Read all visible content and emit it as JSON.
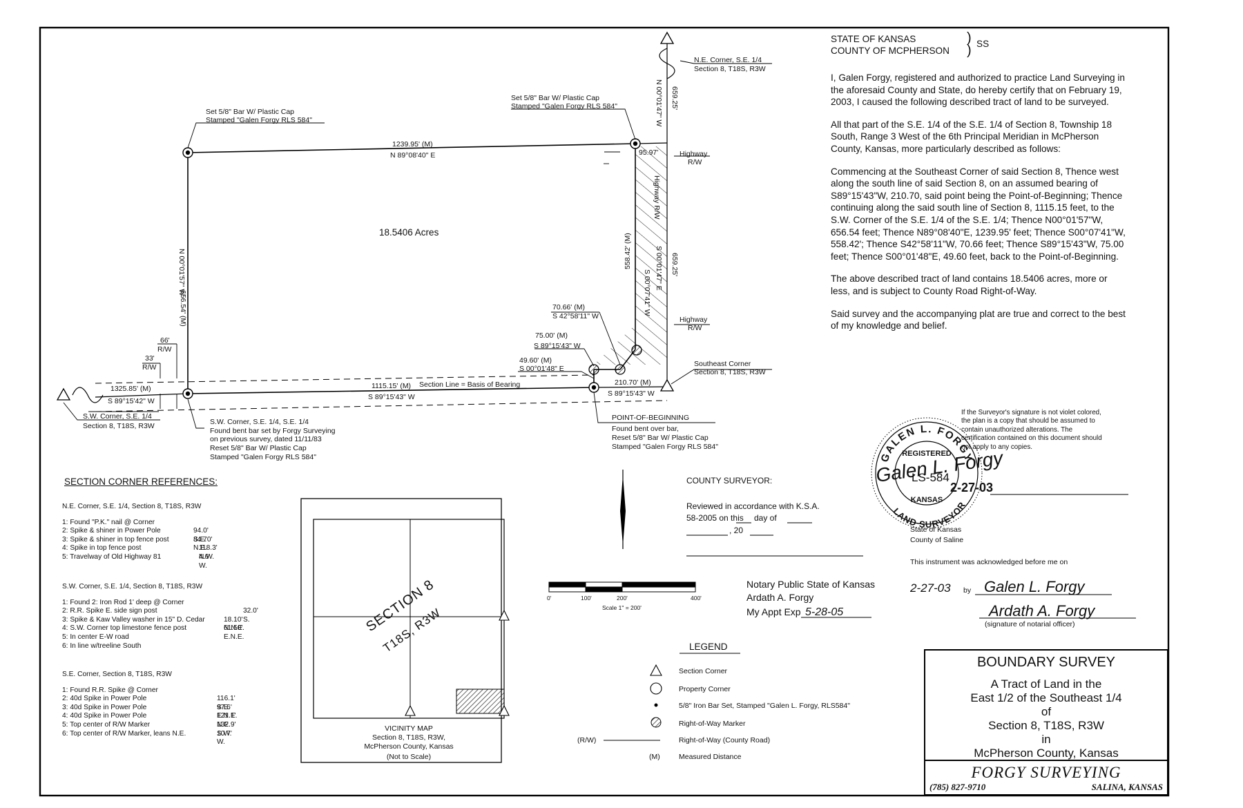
{
  "header": {
    "state": "STATE OF KANSAS",
    "county": "COUNTY OF MCPHERSON",
    "ss": "SS"
  },
  "certificate": {
    "p1": "I, Galen Forgy, registered and authorized to practice Land Surveying in the aforesaid County and State, do hereby certify that on February 19, 2003, I caused the following described tract of land to be surveyed.",
    "p2": "All that part of the S.E. 1/4 of the S.E. 1/4 of Section 8, Township 18 South, Range 3 West of the 6th Principal Meridian in McPherson County, Kansas, more particularly described as follows:",
    "p3": "Commencing at the Southeast Corner of said Section 8, Thence west along the south line of said Section 8, on an assumed bearing of S89°15'43\"W, 210.70, said point being the Point-of-Beginning; Thence continuing along the said south line of Section 8, 1115.15 feet, to the S.W. Corner of the S.E. 1/4 of the S.E. 1/4; Thence N00°01'57\"W, 656.54 feet; Thence N89°08'40\"E, 1239.95' feet; Thence S00°07'41\"W, 558.42'; Thence S42°58'11\"W, 70.66 feet; Thence S89°15'43\"W, 75.00 feet; Thence S00°01'48\"E, 49.60 feet, back to the Point-of-Beginning.",
    "p4": "The above described tract of land contains 18.5406 acres, more or less, and is subject to County Road Right-of-Way.",
    "p5": "Said survey and the accompanying plat are true and correct to the best of my knowledge and belief."
  },
  "signature_note": "If the Surveyor's signature is not violet colored, the plan is a copy that should be assumed to contain unauthorized alterations. The certification contained on this document should not apply to any copies.",
  "seal": {
    "name": "GALEN L. FORGY",
    "registered": "REGISTERED",
    "number": "LS-584",
    "state": "KANSAS",
    "bottom": "LAND SURVEYOR",
    "date": "2-27-03",
    "signature": "Galen L. Forgy"
  },
  "notary_ack": {
    "state": "State of Kansas",
    "county": "County of Saline",
    "text": "This instrument was acknowledged before me on",
    "date": "2-27-03",
    "by": "by",
    "signer": "Galen L. Forgy",
    "officer_sig": "Ardath A. Forgy",
    "officer_label": "(signature of notarial officer)"
  },
  "notary_stamp": {
    "line1": "Notary Public State of Kansas",
    "line2": "Ardath A. Forgy",
    "line3": "My Appt Exp",
    "exp": "5-28-05"
  },
  "county_surveyor": {
    "label": "COUNTY SURVEYOR:",
    "line1": "Reviewed in accordance with K.S.A.",
    "line2a": "58-2005 on this",
    "line2b": "day of",
    "line3": ", 20"
  },
  "plat": {
    "acres": "18.5406 Acres",
    "north_len": "1239.95' (M)",
    "north_brg": "N 89°08'40\" E",
    "west_len": "656.54' (M)",
    "west_brg": "N 00°01'57\" W",
    "east_len": "558.42' (M)",
    "east_brg": "S 00°07'41\" W",
    "highway_rw_strip": "Highway R/W",
    "upper_len": "659.25'",
    "upper_brg": "N 00°01'47\" W",
    "lower_len": "659.25'",
    "lower_brg": "S 00°01'47\" E",
    "width_9597": "95.97'",
    "highway": "Highway",
    "rw": "R/W",
    "diag_len": "70.66' (M)",
    "diag_brg": "S 42°58'11\" W",
    "short_len": "75.00' (M)",
    "short_brg": "S 89°15'43\" W",
    "jog_len": "49.60' (M)",
    "jog_brg": "S 00°01'48\" E",
    "south_len": "1115.15' (M)",
    "south_brg": "S 89°15'43\" W",
    "section_line": "Section Line = Basis of Bearing",
    "se_len": "210.70' (M)",
    "se_brg": "S 89°15'43\" W",
    "west_ext_len": "1325.85' (M)",
    "west_ext_brg": "S 89°15'42\" W",
    "rw66": "66'",
    "rw33": "33'",
    "ne_corner_1": "N.E. Corner, S.E. 1/4",
    "ne_corner_2": "Section 8, T18S, R3W",
    "set_bar_nw_1": "Set 5/8\" Bar W/ Plastic Cap",
    "set_bar_nw_2": "Stamped \"Galen Forgy RLS 584\"",
    "set_bar_ne_1": "Set 5/8\" Bar W/ Plastic Cap",
    "set_bar_ne_2": "Stamped \"Galen Forgy RLS 584\"",
    "se_corner_1": "Southeast Corner",
    "se_corner_2": "Section 8, T18S, R3W",
    "sw_corner_1": "S.W. Corner, S.E. 1/4",
    "sw_corner_2": "Section 8, T18S, R3W",
    "sw_se_1": "S.W. Corner, S.E. 1/4, S.E. 1/4",
    "sw_se_2": "Found bent bar set by Forgy Surveying",
    "sw_se_3": "on previous survey, dated 11/11/83",
    "sw_se_4": "Reset 5/8\" Bar W/ Plastic Cap",
    "sw_se_5": "Stamped \"Galen Forgy RLS 584\"",
    "pob_1": "POINT-OF-BEGINNING",
    "pob_2": "Found bent over bar,",
    "pob_3": "Reset 5/8\" Bar W/ Plastic Cap",
    "pob_4": "Stamped \"Galen Forgy RLS 584\""
  },
  "refs": {
    "title": "SECTION CORNER REFERENCES:",
    "ne_heading": "N.E. Corner, S.E. 1/4, Section 8, T18S, R3W",
    "ne_items": [
      {
        "t": "1: Found \"P.K.\" nail @ Corner",
        "v": ""
      },
      {
        "t": "2: Spike & shiner in Power Pole",
        "v": "94.0' S.E."
      },
      {
        "t": "3: Spike & shiner in top fence post",
        "v": "84.70' N.E."
      },
      {
        "t": "4: Spike in top fence post",
        "v": "118.3' N.W."
      },
      {
        "t": "5: Travelway of Old Highway 81",
        "v": "4.6' W."
      }
    ],
    "sw_heading": "S.W. Corner, S.E. 1/4, Section 8, T18S, R3W",
    "sw_items": [
      {
        "t": "1: Found 2: Iron Rod 1' deep @ Corner",
        "v": ""
      },
      {
        "t": "2: R.R. Spike E. side sign post",
        "v": "32.0' S."
      },
      {
        "t": "3: Spike & Kaw Valley washer in 15\" D. Cedar",
        "v": "18.10' N.N.E."
      },
      {
        "t": "4: S.W. Corner top limestone fence post",
        "v": "61.50' E.N.E."
      },
      {
        "t": "5: In center E-W road",
        "v": ""
      },
      {
        "t": "6: In line w/treeline South",
        "v": ""
      }
    ],
    "se_heading": "S.E. Corner, Section 8, T18S, R3W",
    "se_items": [
      {
        "t": "1: Found R.R. Spike @ Corner",
        "v": ""
      },
      {
        "t": "2: 40d Spike in Power Pole",
        "v": "116.1' S.E."
      },
      {
        "t": "3: 40d Spike in Power Pole",
        "v": "97.6' E.N.E."
      },
      {
        "t": "4: 40d Spike in Power Pole",
        "v": "121.1' N.E."
      },
      {
        "t": "5: Top center of R/W Marker",
        "v": "132.9' S.W."
      },
      {
        "t": "6: Top center of R/W Marker, leans N.E.",
        "v": "10.7' W."
      }
    ]
  },
  "vicinity": {
    "section": "SECTION 8",
    "twp": "T18S, R3W",
    "cap1": "VICINITY MAP",
    "cap2": "Section 8, T18S, R3W,",
    "cap3": "McPherson County, Kansas",
    "cap4": "(Not to Scale)"
  },
  "scale": {
    "t0": "0'",
    "t1": "100'",
    "t2": "200'",
    "t4": "400'",
    "label": "Scale 1\" = 200'"
  },
  "legend": {
    "title": "LEGEND",
    "section_corner": "Section Corner",
    "property_corner": "Property Corner",
    "iron_bar": "5/8\" Iron Bar Set, Stamped \"Galen L. Forgy, RLS584\"",
    "rw_marker": "Right-of-Way Marker",
    "rw_sym": "(R/W)",
    "rw_label": "Right-of-Way (County Road)",
    "m_sym": "(M)",
    "m_label": "Measured Distance"
  },
  "title_block": {
    "title": "BOUNDARY SURVEY",
    "l1": "A Tract of Land in the",
    "l2": "East 1/2 of the Southeast 1/4",
    "l3": "of",
    "l4": "Section 8, T18S, R3W",
    "l5": "in",
    "l6": "McPherson County, Kansas",
    "firm": "FORGY SURVEYING",
    "phone": "(785) 827-9710",
    "city": "SALINA, KANSAS"
  }
}
